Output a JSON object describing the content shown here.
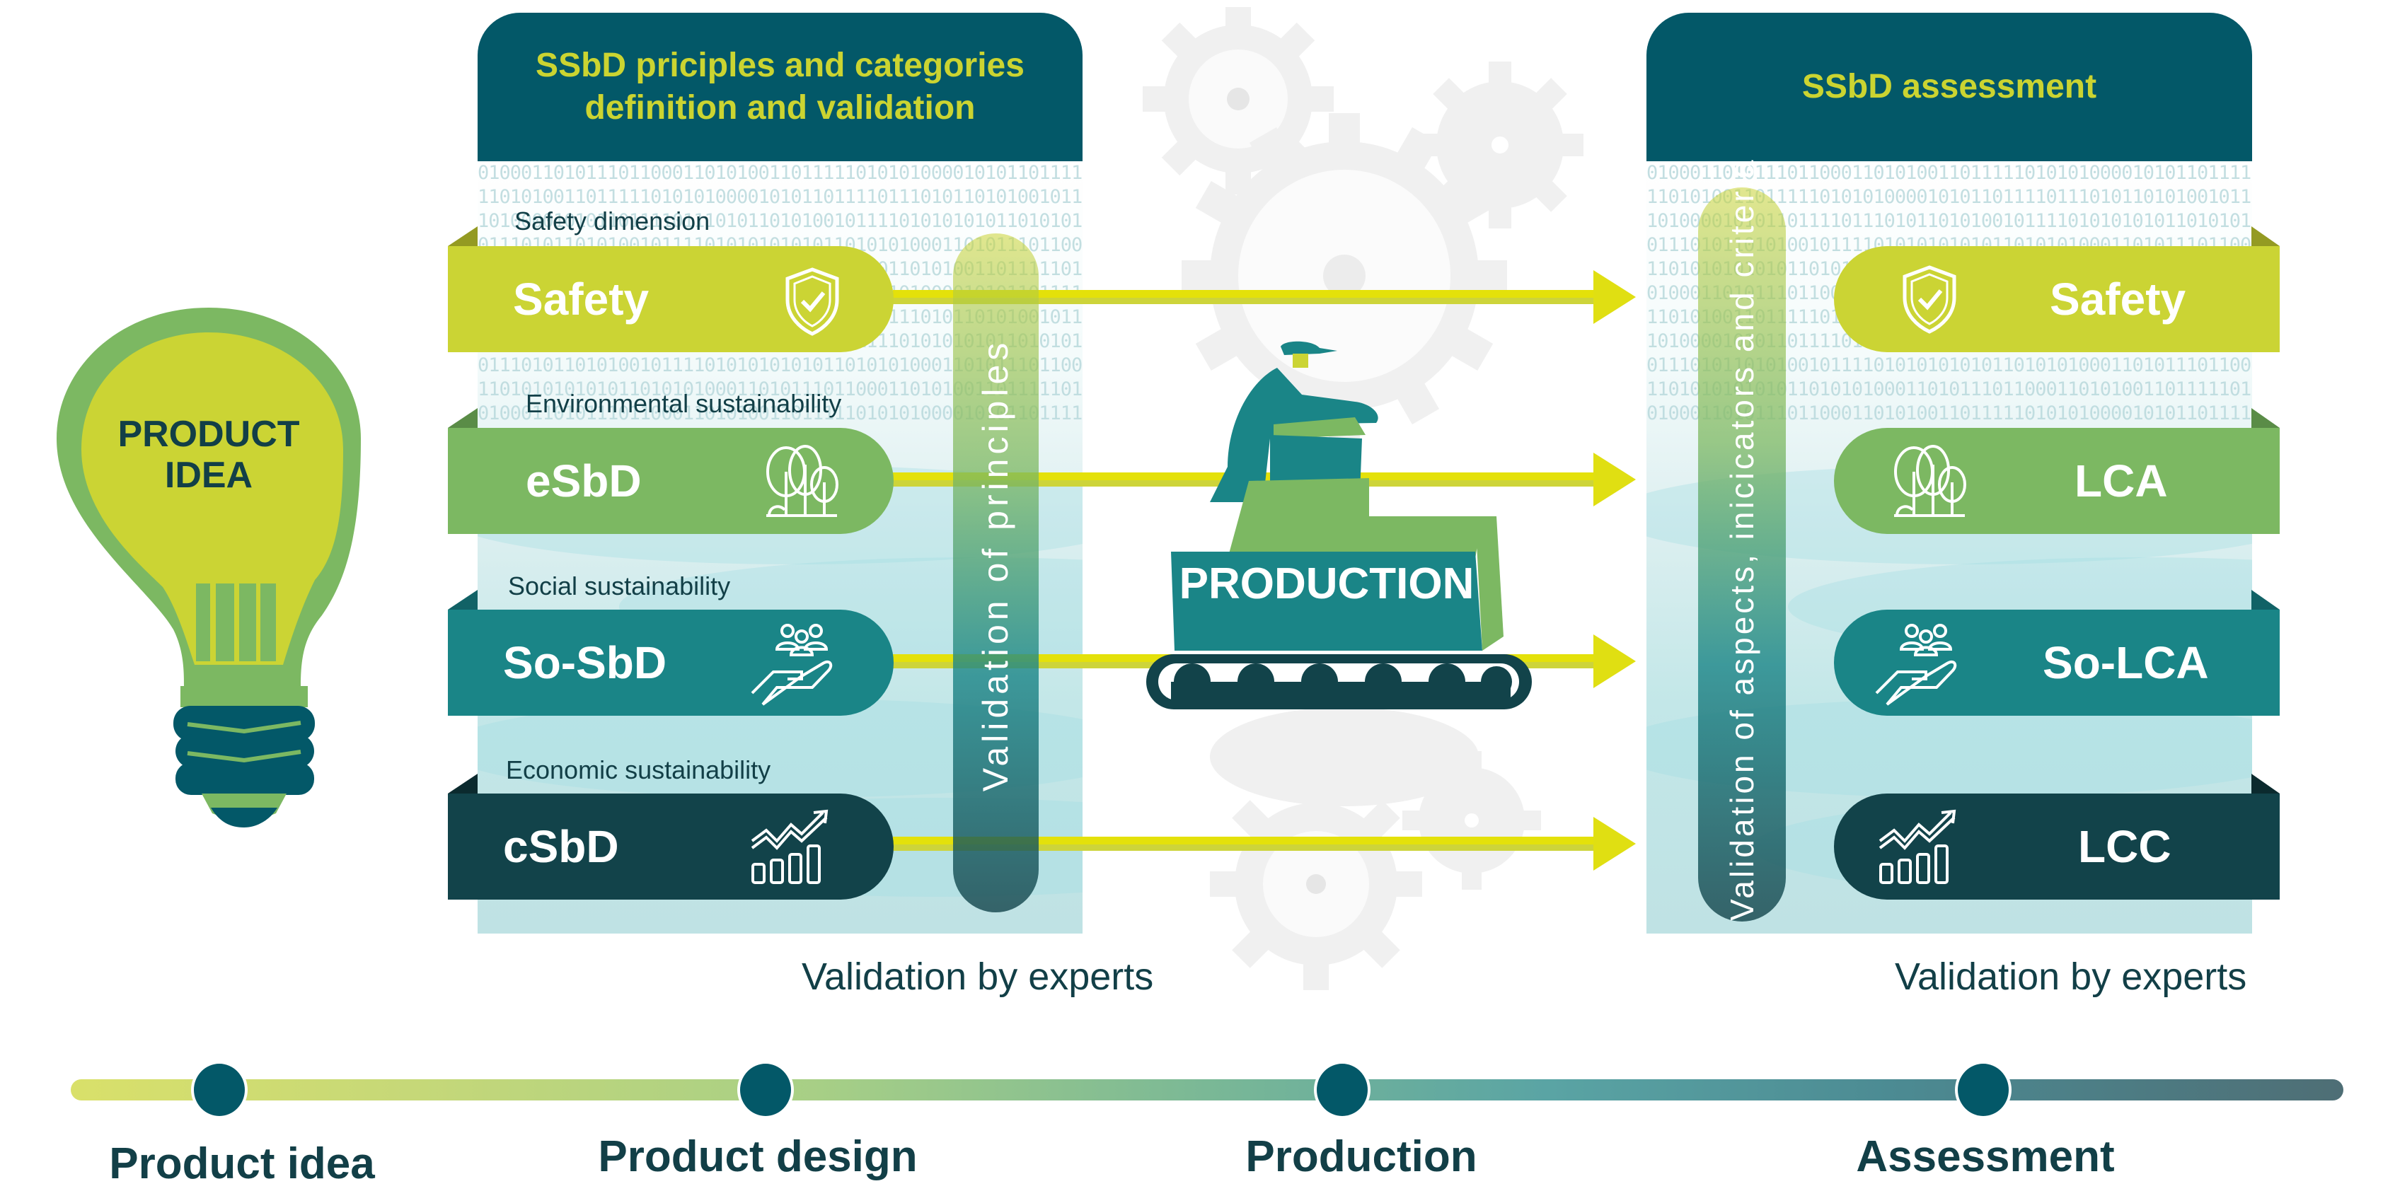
{
  "bulb": {
    "label_line1": "PRODUCT",
    "label_line2": "IDEA",
    "icon": "lightbulb-icon"
  },
  "left_panel": {
    "title_line1": "SSbD priciples and categories",
    "title_line2": "definition and validation",
    "validation_pill": "Validation of principles",
    "footer": "Validation by experts",
    "rows": [
      {
        "dimension": "Safety dimension",
        "label": "Safety",
        "icon": "shield-check-icon",
        "color": "#cbd434"
      },
      {
        "dimension": "Environmental sustainability",
        "label": "eSbD",
        "icon": "trees-icon",
        "color": "#7cb862"
      },
      {
        "dimension": "Social sustainability",
        "label": "So-SbD",
        "icon": "people-in-hand-icon",
        "color": "#1a8587"
      },
      {
        "dimension": "Economic sustainability",
        "label": "cSbD",
        "icon": "growth-chart-icon",
        "color": "#12434a"
      }
    ]
  },
  "center": {
    "machine_label": "PRODUCTION",
    "icon": "bulldozer-worker-icon",
    "background_icon": "gears-icon"
  },
  "right_panel": {
    "title": "SSbD assessment",
    "validation_pill": "Validation of aspects, inicicators and criteria",
    "footer": "Validation by experts",
    "rows": [
      {
        "label": "Safety",
        "icon": "shield-check-icon",
        "color": "#cbd434"
      },
      {
        "label": "LCA",
        "icon": "trees-icon",
        "color": "#7cb862"
      },
      {
        "label": "So-LCA",
        "icon": "people-in-hand-icon",
        "color": "#1a8587"
      },
      {
        "label": "LCC",
        "icon": "growth-chart-icon",
        "color": "#12434a"
      }
    ]
  },
  "timeline": {
    "stages": [
      {
        "label": "Product idea"
      },
      {
        "label": "Product design"
      },
      {
        "label": "Production"
      },
      {
        "label": "Assessment"
      }
    ]
  },
  "colors": {
    "dark_teal": "#035868",
    "accent_yellow": "#cbd431",
    "text_dark": "#123f47"
  }
}
